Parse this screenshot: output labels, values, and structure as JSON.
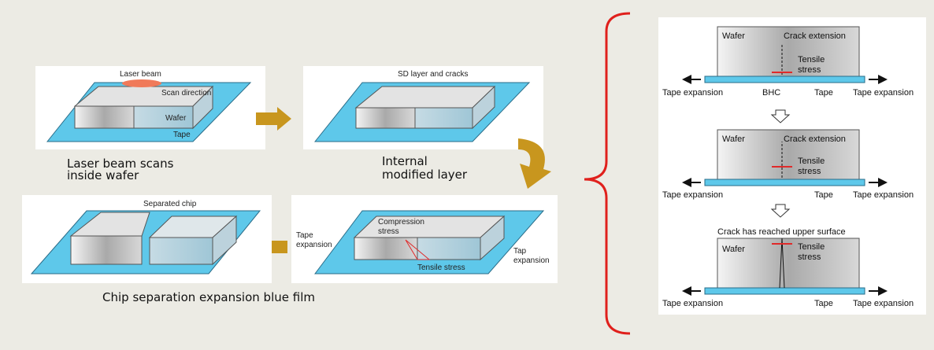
{
  "steps": [
    {
      "caption": [
        "Laser beam scans",
        "inside wafer"
      ],
      "labels": {
        "laser": "Laser beam",
        "scan": "Scan direction",
        "wafer": "Wafer",
        "tape": "Tape"
      }
    },
    {
      "caption": [
        "Internal",
        "modified layer"
      ],
      "labels": {
        "sd": "SD layer and cracks"
      }
    },
    {
      "labels": {
        "tape_exp": [
          "Tape",
          "expansion"
        ],
        "compression": [
          "Compression",
          "stress"
        ],
        "tensile": "Tensile stress",
        "tap_exp": [
          "Tap",
          "expansion"
        ]
      }
    },
    {
      "caption": [
        "Chip separation expansion blue film"
      ],
      "labels": {
        "separated": "Separated chip"
      }
    }
  ],
  "detail": {
    "wafer": "Wafer",
    "crack_extension": "Crack extension",
    "tensile": [
      "Tensile",
      "stress"
    ],
    "tape_expansion": "Tape expansion",
    "tape": "Tape",
    "bhc": "BHC",
    "crack_reached": "Crack has reached upper surface"
  },
  "colors": {
    "tape": "#5ec8ea",
    "arrow": "#c8961e",
    "brace": "#e0201c"
  }
}
